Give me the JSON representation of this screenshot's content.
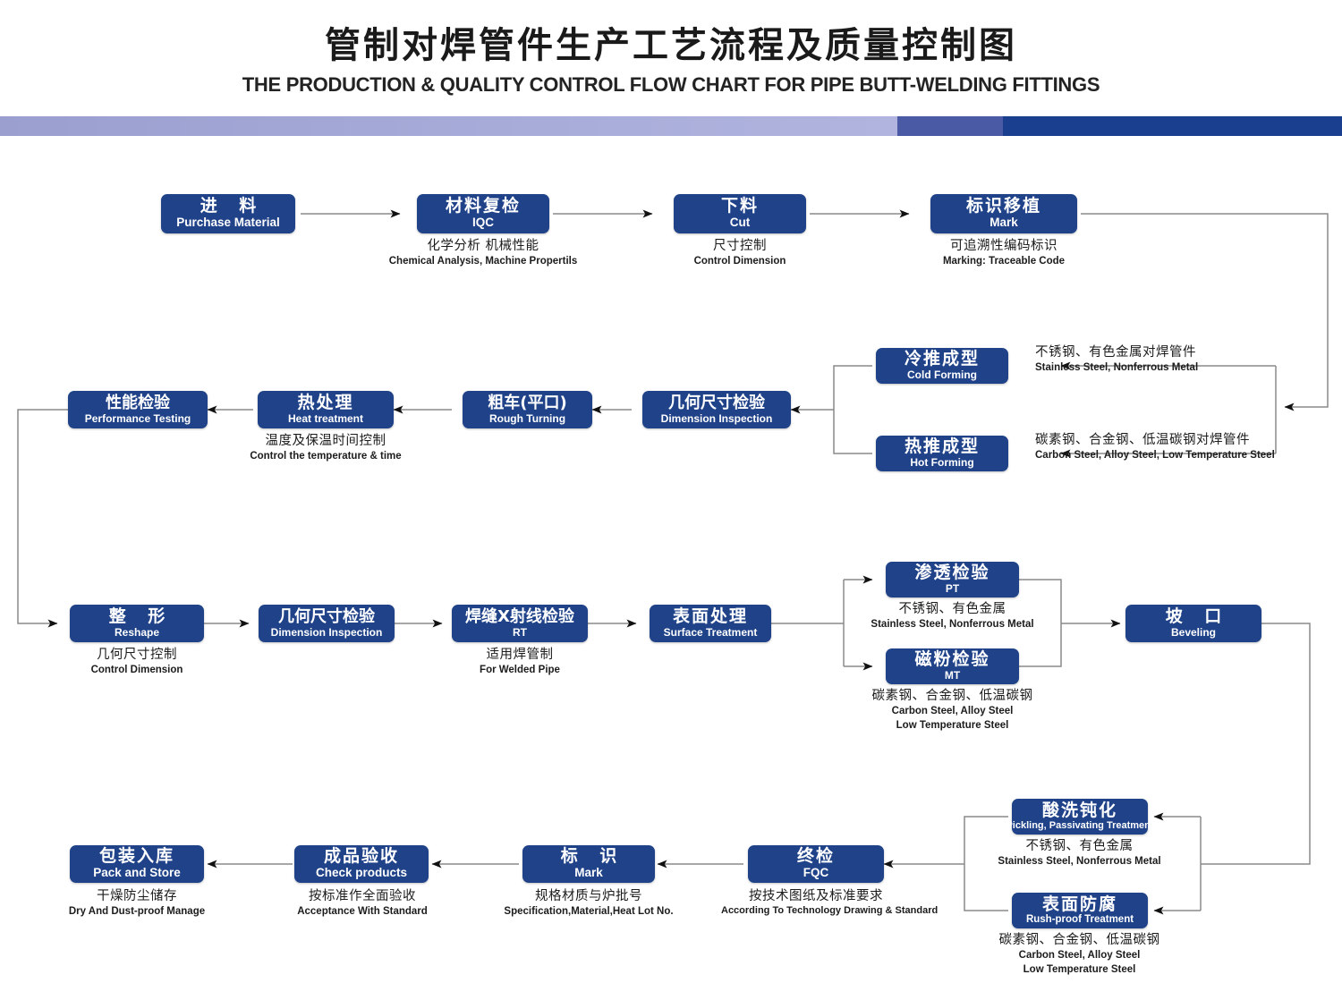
{
  "header": {
    "title_cn": "管制对焊管件生产工艺流程及质量控制图",
    "title_en": "THE PRODUCTION & QUALITY CONTROL FLOW CHART FOR PIPE BUTT-WELDING FITTINGS",
    "bar_colors": [
      "#a7abd8",
      "#4a5aa5",
      "#1b3f8f"
    ]
  },
  "theme": {
    "box_fill": "#1f4289",
    "box_text": "#ffffff",
    "caption_text": "#1c1c1c",
    "wire": "#8a8a8a",
    "arrow": "#111111"
  },
  "nodes": [
    {
      "id": "purchase",
      "cn": "进  料",
      "en": "Purchase Material"
    },
    {
      "id": "iqc",
      "cn": "材料复检",
      "en": "IQC"
    },
    {
      "id": "cut",
      "cn": "下料",
      "en": "Cut"
    },
    {
      "id": "mark1",
      "cn": "标识移植",
      "en": "Mark"
    },
    {
      "id": "cold",
      "cn": "冷推成型",
      "en": "Cold Forming"
    },
    {
      "id": "hot",
      "cn": "热推成型",
      "en": "Hot Forming"
    },
    {
      "id": "dim1",
      "cn": "几何尺寸检验",
      "en": "Dimension Inspection"
    },
    {
      "id": "rough",
      "cn": "粗车(平口)",
      "en": "Rough Turning"
    },
    {
      "id": "heat",
      "cn": "热处理",
      "en": "Heat treatment"
    },
    {
      "id": "perf",
      "cn": "性能检验",
      "en": "Performance Testing"
    },
    {
      "id": "reshape",
      "cn": "整  形",
      "en": "Reshape"
    },
    {
      "id": "dim2",
      "cn": "几何尺寸检验",
      "en": "Dimension Inspection"
    },
    {
      "id": "rt",
      "cn": "焊缝X射线检验",
      "en": "RT"
    },
    {
      "id": "surface",
      "cn": "表面处理",
      "en": "Surface Treatment"
    },
    {
      "id": "pt",
      "cn": "渗透检验",
      "en": "PT"
    },
    {
      "id": "mt",
      "cn": "磁粉检验",
      "en": "MT"
    },
    {
      "id": "bevel",
      "cn": "坡  口",
      "en": "Beveling"
    },
    {
      "id": "pickling",
      "cn": "酸洗钝化",
      "en": "Pickling, Passivating  Treatment"
    },
    {
      "id": "rushproof",
      "cn": "表面防腐",
      "en": "Rush-proof Treatment"
    },
    {
      "id": "fqc",
      "cn": "终检",
      "en": "FQC"
    },
    {
      "id": "mark2",
      "cn": "标  识",
      "en": "Mark"
    },
    {
      "id": "check",
      "cn": "成品验收",
      "en": "Check products"
    },
    {
      "id": "pack",
      "cn": "包装入库",
      "en": "Pack and Store"
    }
  ],
  "captions": {
    "iqc": {
      "cn": "化学分析  机械性能",
      "en": "Chemical  Analysis,  Machine Propertils"
    },
    "cut": {
      "cn": "尺寸控制",
      "en": "Control Dimension"
    },
    "mark1": {
      "cn": "可追溯性编码标识",
      "en": "Marking: Traceable  Code"
    },
    "heat": {
      "cn": "温度及保温时间控制",
      "en": "Control the  temperature  &  time"
    },
    "reshape": {
      "cn": "几何尺寸控制",
      "en": "Control Dimension"
    },
    "rt": {
      "cn": "适用焊管制",
      "en": "For  Welded  Pipe"
    },
    "pt": {
      "cn": "不锈钢、有色金属",
      "en": "Stainless Steel, Nonferrous Metal"
    },
    "mt": {
      "cn": "碳素钢、合金钢、低温碳钢",
      "en": "Carbon Steel, Alloy Steel",
      "en2": "Low Temperature Steel"
    },
    "pickling": {
      "cn": "不锈钢、有色金属",
      "en": "Stainless Steel, Nonferrous Metal"
    },
    "rushproof": {
      "cn": "碳素钢、合金钢、低温碳钢",
      "en": "Carbon Steel, Alloy Steel",
      "en2": "Low Temperature Steel"
    },
    "fqc": {
      "cn": "按技术图纸及标准要求",
      "en": "According To Technology Drawing & Standard"
    },
    "mark2": {
      "cn": "规格材质与炉批号",
      "en": "Specification,Material,Heat Lot No."
    },
    "check": {
      "cn": "按标准作全面验收",
      "en": "Acceptance  With  Standard"
    },
    "pack": {
      "cn": "干燥防尘储存",
      "en": "Dry  And Dust-proof  Manage"
    }
  },
  "edge_labels": {
    "cold_branch": {
      "cn": "不锈钢、有色金属对焊管件",
      "en": "Stainless Steel, Nonferrous Metal"
    },
    "hot_branch": {
      "cn": "碳素钢、合金钢、低温碳钢对焊管件",
      "en": "Carbon Steel, Alloy Steel, Low Temperature Steel"
    }
  }
}
